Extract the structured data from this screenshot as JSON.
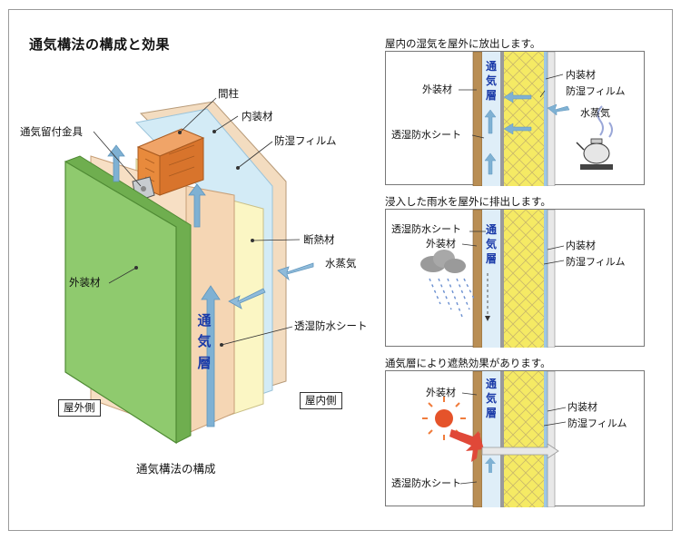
{
  "main": {
    "title": "通気構法の構成と効果",
    "caption": "通気構法の構成",
    "labels": {
      "stud": "間柱",
      "interior": "内装材",
      "vapor_film": "防湿フィルム",
      "bracket": "通気留付金具",
      "insulation": "断熱材",
      "vapor": "水蒸気",
      "exterior": "外装材",
      "wrb": "透湿防水シート",
      "vent_layer": "通気層",
      "outside": "屋外側",
      "inside": "屋内側"
    }
  },
  "panels": [
    {
      "title": "屋内の湿気を屋外に放出します。",
      "labels": {
        "interior": "内装材",
        "vapor_film": "防湿フィルム",
        "exterior": "外装材",
        "vapor": "水蒸気",
        "wrb": "透湿防水シート",
        "vent_layer": "通気層"
      }
    },
    {
      "title": "浸入した雨水を屋外に排出します。",
      "labels": {
        "wrb": "透湿防水シート",
        "exterior": "外装材",
        "interior": "内装材",
        "vapor_film": "防湿フィルム",
        "vent_layer": "通気層"
      }
    },
    {
      "title": "通気層により遮熱効果があります。",
      "labels": {
        "exterior": "外装材",
        "interior": "内装材",
        "vapor_film": "防湿フィルム",
        "wrb": "透湿防水シート",
        "vent_layer": "通気層"
      }
    }
  ],
  "colors": {
    "exterior_green": "#8fca6e",
    "insulation_yellow": "#fbf6c4",
    "wrb_peach": "#f5d6b4",
    "film_blue": "#c8e4f2",
    "air_arrow": "#7fb1d3",
    "stud_orange": "#e88a3c",
    "text_blue": "#1a3aa8"
  }
}
